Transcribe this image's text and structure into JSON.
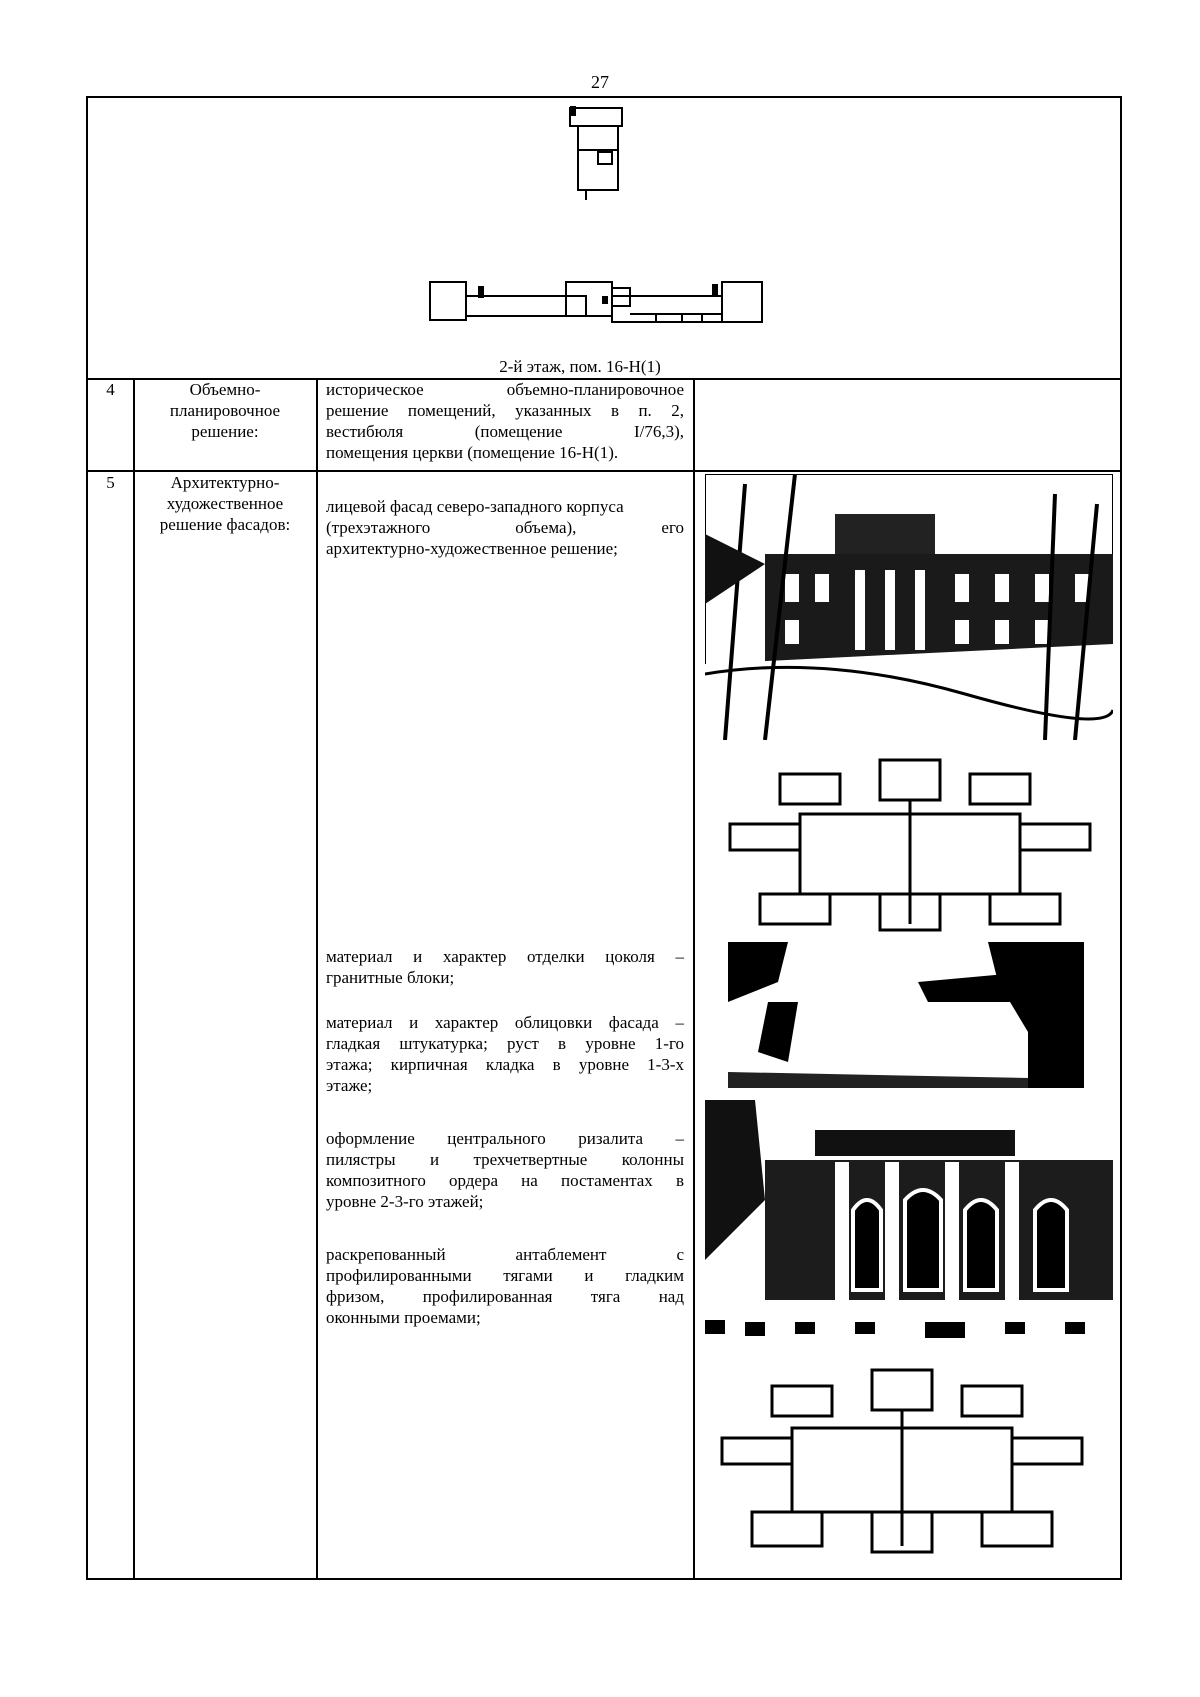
{
  "page_number": "27",
  "plan_caption": "2-й этаж, пом. 16-Н(1)",
  "rows": [
    {
      "num": "4",
      "name_lines": [
        "Объемно-",
        "планировочное",
        "решение:"
      ],
      "desc_lines": [
        "историческое объемно-планировочное",
        "решение помещений, указанных в п. 2,",
        "вестибюля (помещение I/76,3),",
        "помещения церкви (помещение 16-Н(1)."
      ]
    },
    {
      "num": "5",
      "name_lines": [
        "Архитектурно-",
        "художественное",
        "решение фасадов:"
      ],
      "paragraphs": [
        [
          "лицевой фасад северо-западного корпуса",
          "(трехэтажного объема), его",
          "архитектурно-художественное решение;"
        ],
        [
          "материал и характер отделки цоколя –",
          "гранитные блоки;"
        ],
        [
          "материал и характер облицовки фасада –",
          "гладкая штукатурка; руст в уровне 1-го",
          "этажа; кирпичная кладка в уровне 1-3-х",
          "этаже;"
        ],
        [
          "оформление центрального ризалита –",
          "пилястры и трехчетвертные колонны",
          "композитного ордера на постаментах в",
          "уровне 2-3-го этажей;"
        ],
        [
          "раскрепованный антаблемент с",
          "профилированными тягами и гладким",
          "фризом, профилированная тяга над",
          "оконными проемами;"
        ]
      ]
    }
  ],
  "images": {
    "plan_top": "floor-plan-drawing",
    "facade_photo": "building-facade-photo",
    "plan_mid": "site-plan-drawing",
    "plinth_photo": "granite-plinth-photo",
    "risalit_photo": "central-risalit-photo",
    "plan_bottom": "site-plan-drawing"
  }
}
